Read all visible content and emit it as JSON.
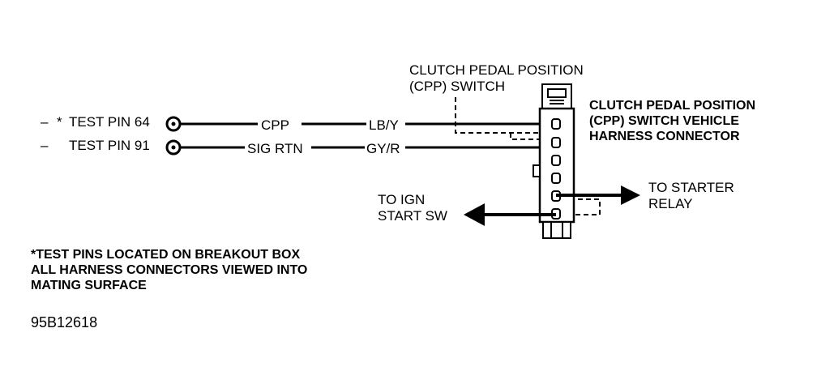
{
  "test_pins": [
    {
      "prefix": "–",
      "asterisk": "*",
      "label": "TEST PIN 64"
    },
    {
      "prefix": "–",
      "asterisk": "",
      "label": "TEST PIN 91"
    }
  ],
  "wires": [
    {
      "circuit": "CPP",
      "color_code": "LB/Y"
    },
    {
      "circuit": "SIG RTN",
      "color_code": "GY/R"
    }
  ],
  "switch_label": [
    "CLUTCH PEDAL POSITION",
    "(CPP) SWITCH"
  ],
  "connector_label": [
    "CLUTCH PEDAL POSITION",
    "(CPP) SWITCH VEHICLE",
    "HARNESS CONNECTOR"
  ],
  "ign_label": [
    "TO IGN",
    "START SW"
  ],
  "starter_label": [
    "TO STARTER",
    "RELAY"
  ],
  "notes": [
    "*TEST PINS LOCATED ON BREAKOUT BOX",
    "ALL HARNESS CONNECTORS VIEWED INTO",
    "MATING SURFACE"
  ],
  "figure_code": "95B12618"
}
